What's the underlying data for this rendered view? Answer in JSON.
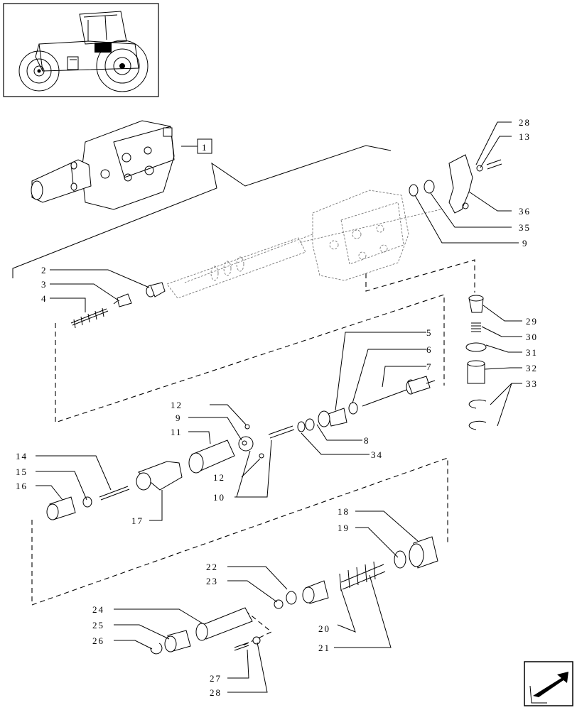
{
  "reference_box": "1",
  "callouts": {
    "c2": "2",
    "c3": "3",
    "c4": "4",
    "c5": "5",
    "c6": "6",
    "c7": "7",
    "c8": "8",
    "c9_top": "9",
    "c9_mid": "9",
    "c10": "10",
    "c11": "11",
    "c12_top": "12",
    "c12_bot": "12",
    "c13": "13",
    "c14": "14",
    "c15": "15",
    "c16": "16",
    "c17": "17",
    "c18": "18",
    "c19": "19",
    "c20": "20",
    "c21": "21",
    "c22": "22",
    "c23": "23",
    "c24": "24",
    "c25": "25",
    "c26": "26",
    "c27": "27",
    "c28_top": "28",
    "c28_bot": "28",
    "c29": "29",
    "c30": "30",
    "c31": "31",
    "c32": "32",
    "c33": "33",
    "c34": "34",
    "c35": "35",
    "c36": "36"
  },
  "icons": {
    "thumbnail": "tractor-thumbnail-icon",
    "nav": "next-page-arrow-icon"
  }
}
